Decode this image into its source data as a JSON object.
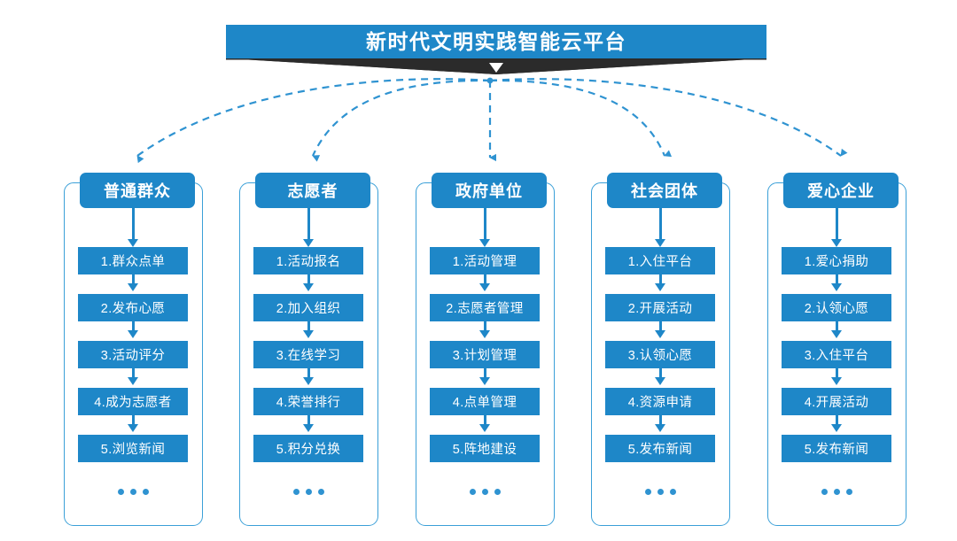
{
  "title": {
    "text": "新时代文明实践智能云平台",
    "bar_color": "#1e87c8",
    "shadow_color": "#2b2b2b",
    "chevron": "▼"
  },
  "theme": {
    "blue": "#1e87c8",
    "border_blue": "#3ba0d8",
    "dash_blue": "#2f93d1",
    "text_on_blue": "#ffffff",
    "background": "#ffffff"
  },
  "ellipsis_label": "...",
  "columns": [
    {
      "id": "public",
      "header": "普通群众",
      "items": [
        "1.群众点单",
        "2.发布心愿",
        "3.活动评分",
        "4.成为志愿者",
        "5.浏览新闻"
      ]
    },
    {
      "id": "volunteer",
      "header": "志愿者",
      "items": [
        "1.活动报名",
        "2.加入组织",
        "3.在线学习",
        "4.荣誉排行",
        "5.积分兑换"
      ]
    },
    {
      "id": "government",
      "header": "政府单位",
      "items": [
        "1.活动管理",
        "2.志愿者管理",
        "3.计划管理",
        "4.点单管理",
        "5.阵地建设"
      ]
    },
    {
      "id": "social-group",
      "header": "社会团体",
      "items": [
        "1.入住平台",
        "2.开展活动",
        "3.认领心愿",
        "4.资源申请",
        "5.发布新闻"
      ]
    },
    {
      "id": "enterprise",
      "header": "爱心企业",
      "items": [
        "1.爱心捐助",
        "2.认领心愿",
        "3.入住平台",
        "4.开展活动",
        "5.发布新闻"
      ]
    }
  ]
}
